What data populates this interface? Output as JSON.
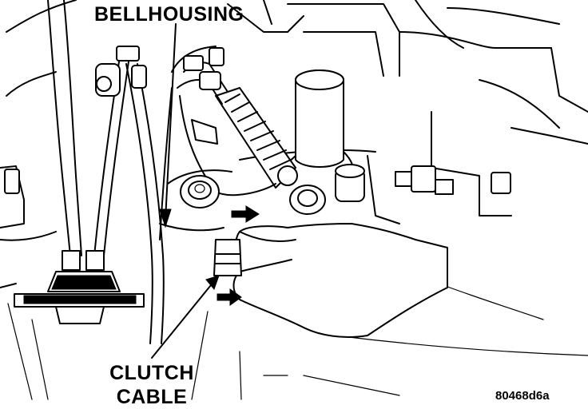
{
  "labels": {
    "bellhousing": "BELLHOUSING",
    "clutch_line1": "CLUTCH",
    "clutch_line2": "CABLE",
    "figure_id": "80468d6a"
  },
  "colors": {
    "ink": "#000000",
    "paper": "#ffffff"
  }
}
